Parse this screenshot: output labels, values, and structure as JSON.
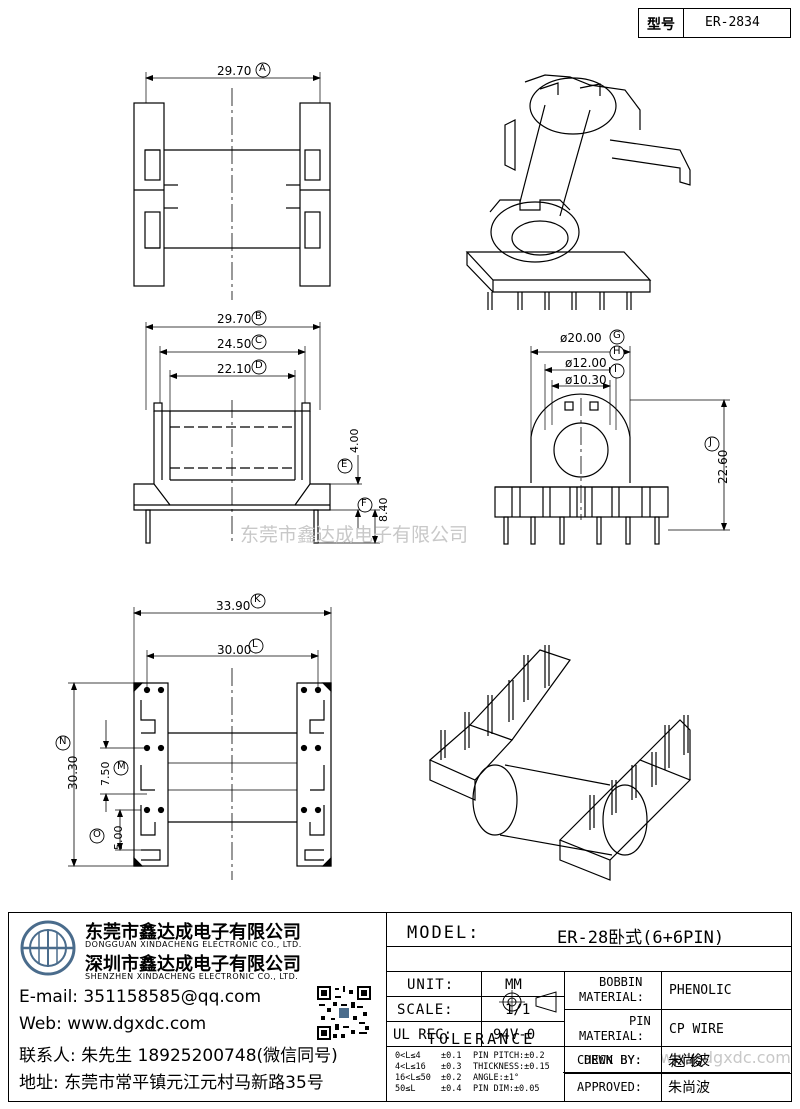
{
  "header": {
    "type_label": "型号",
    "type_value": "ER-2834"
  },
  "views": {
    "top": {
      "dim_a": "29.70",
      "callout_a": "A"
    },
    "side": {
      "dim_b": "29.70",
      "callout_b": "B",
      "dim_c": "24.50",
      "callout_c": "C",
      "dim_d": "22.10",
      "callout_d": "D",
      "dim_e": "4.00",
      "callout_e": "E",
      "dim_f": "8.40",
      "callout_f": "F"
    },
    "end": {
      "dim_g": "ø20.00",
      "callout_g": "G",
      "dim_h": "ø12.00",
      "callout_h": "H",
      "dim_i": "ø10.30",
      "callout_i": "I",
      "dim_j": "22.60",
      "callout_j": "J"
    },
    "bottom": {
      "dim_k": "33.90",
      "callout_k": "K",
      "dim_l": "30.00",
      "callout_l": "L",
      "dim_m": "7.50",
      "callout_m": "M",
      "dim_n": "30.30",
      "callout_n": "N",
      "dim_o": "5.00",
      "callout_o": "O"
    }
  },
  "watermark": "东莞市鑫达成电子有限公司",
  "watermark_small": "www.dgxdc.com",
  "company": {
    "name_dg": "东莞市鑫达成电子有限公司",
    "name_dg_en": "DONGGUAN XINDACHENG ELECTRONIC CO., LTD.",
    "name_sz": "深圳市鑫达成电子有限公司",
    "name_sz_en": "SHENZHEN XINDACHENG ELECTRONIC CO., LTD.",
    "email": "E-mail: 351158585@qq.com",
    "web": "Web:  www.dgxdc.com",
    "contact": "联系人: 朱先生 18925200748(微信同号)",
    "address": "地址: 东莞市常平镇元江元村马新路35号"
  },
  "title_block": {
    "model_label": "MODEL:",
    "model_value": "ER-28卧式(6+6PIN)",
    "unit_label": "UNIT:",
    "unit_value": "MM",
    "scale_label": "SCALE:",
    "scale_value": "1/1",
    "ulrec_label": "UL REC:",
    "ulrec_value": "94V-0",
    "bobbin_label_1": "BOBBIN",
    "bobbin_label_2": "MATERIAL:",
    "bobbin_value": "PHENOLIC",
    "pin_label_1": "PIN",
    "pin_label_2": "MATERIAL:",
    "pin_value": "CP WIRE",
    "tolerance_label": "TOLERANCE",
    "tol_rows": [
      {
        "range": "0<L≤4",
        "tol": "±0.1",
        "spec": "PIN PITCH:±0.2"
      },
      {
        "range": "4<L≤16",
        "tol": "±0.3",
        "spec": "THICKNESS:±0.15"
      },
      {
        "range": "16<L≤50",
        "tol": "±0.2",
        "spec": "ANGLE:±1°"
      },
      {
        "range": "50≤L",
        "tol": "±0.4",
        "spec": "PIN DIM:±0.05"
      }
    ],
    "drwn_label": "DRWN BY:",
    "drwn_value": "赵 俊",
    "check_label": "CHECK BY:",
    "check_value": "朱尚波",
    "approved_label": "APPROVED:",
    "approved_value": "朱尚波"
  }
}
